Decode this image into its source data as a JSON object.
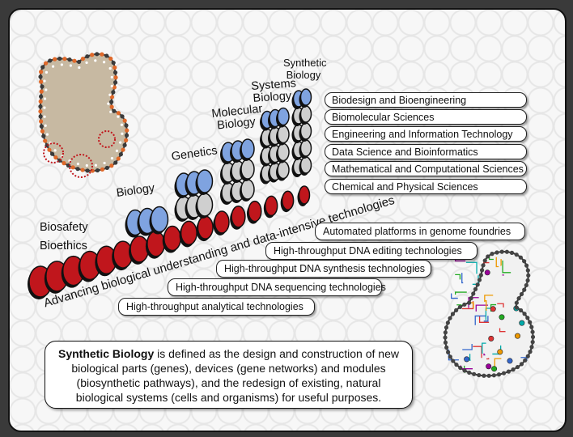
{
  "stages": [
    "Biosafety",
    "Bioethics",
    "Biology",
    "Genetics",
    "Molecular Biology",
    "Systems Biology",
    "Synthetic Biology"
  ],
  "axis_label": "Advancing biological understanding and data-intensive technologies",
  "disciplines": [
    "Biodesign and Bioengineering",
    "Biomolecular Sciences",
    "Engineering and Information Technology",
    "Data Science and Bioinformatics",
    "Mathematical and Computational Sciences",
    "Chemical and Physical Sciences"
  ],
  "technologies": [
    "Automated platforms in genome foundries",
    "High-throughput DNA editing technologies",
    "High-throughput DNA synthesis technologies",
    "High-throughput DNA sequencing technologies",
    "High-throughput analytical technologies"
  ],
  "definition": {
    "term": "Synthetic Biology",
    "text": " is defined as the design and construction of new biological parts (genes), devices (gene networks) and modules (biosynthetic pathways), and the redesign of existing, natural biological systems (cells and organisms) for useful purposes."
  },
  "colors": {
    "red": "#c0161c",
    "blue": "#7fa3e0",
    "gray": "#cfcfcf",
    "orange": "#e0692a"
  }
}
